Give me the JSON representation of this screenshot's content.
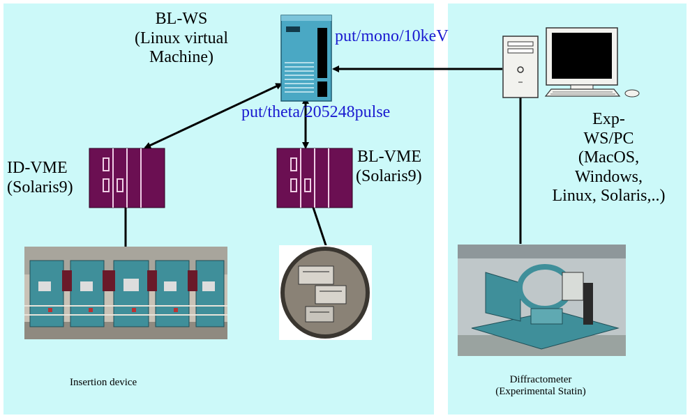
{
  "labels": {
    "bl_ws": [
      "BL-WS",
      "(Linux virtual",
      "Machine)"
    ],
    "put_mono": "put/mono/10keV",
    "put_theta": "put/theta/205248pulse",
    "id_vme": [
      "ID-VME",
      "(Solaris9)"
    ],
    "bl_vme": [
      "BL-VME",
      "(Solaris9)"
    ],
    "exp_ws": [
      "Exp-",
      "WS/PC",
      "(MacOS,",
      "Windows,",
      "Linux, Solaris,..)"
    ],
    "insertion_device": "Insertion device",
    "diffractometer": [
      "Diffractometer",
      "(Experimental Statin)"
    ]
  },
  "colors": {
    "panel_bg": "#ccf9f9",
    "command_text": "#1a1ad0",
    "vme_rack": "#6b0f52",
    "server": "#4aa8c4",
    "machine_teal": "#3f8f9a"
  },
  "icons": {
    "server": "server-tower-icon",
    "vme": "vme-crate-icon",
    "workstation": "desktop-computer-icon"
  }
}
